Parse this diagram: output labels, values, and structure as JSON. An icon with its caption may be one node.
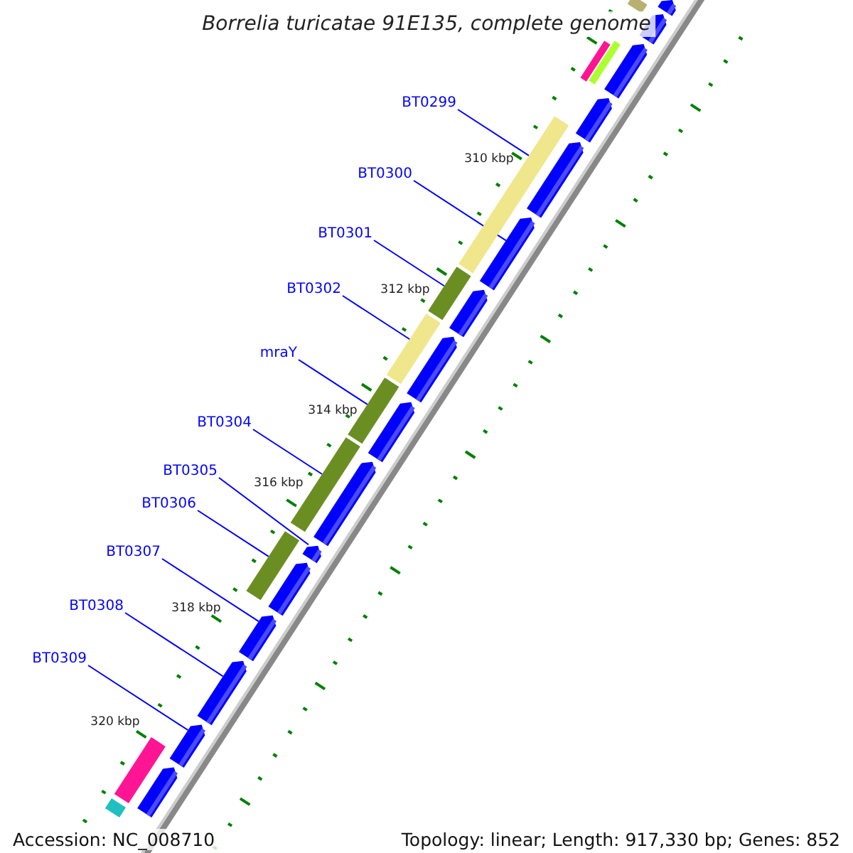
{
  "diagram": {
    "title": "Borrelia turicatae 91E135, complete genome",
    "nodes": [
      {
        "text": [
          "BT0299"
        ]
      },
      {
        "text": [
          "BT0300"
        ]
      },
      {
        "text": [
          "BT0301"
        ]
      },
      {
        "text": [
          "BT0302"
        ]
      },
      {
        "text": [
          "mraY"
        ]
      },
      {
        "text": [
          "BT0304"
        ]
      },
      {
        "text": [
          "BT0305"
        ]
      },
      {
        "text": [
          "BT0306"
        ]
      },
      {
        "text": [
          "BT0307"
        ]
      },
      {
        "text": [
          "BT0308"
        ]
      },
      {
        "text": [
          "BT0309"
        ]
      },
      {
        "text": [],
        "shape": "bar"
      },
      {
        "text": [],
        "shape": "bar"
      },
      {
        "text": [],
        "shape": "bar"
      },
      {
        "text": [],
        "shape": "bar"
      },
      {
        "text": [],
        "shape": "bar"
      },
      {
        "text": [],
        "shape": "bar"
      },
      {
        "text": [],
        "shape": "bar"
      },
      {
        "text": [],
        "shape": "bar"
      },
      {
        "text": [],
        "shape": "bar"
      },
      {
        "text": [],
        "shape": "bar"
      },
      {
        "text": [],
        "shape": "bar"
      },
      {
        "text": [],
        "shape": "bar"
      },
      {
        "text": [],
        "shape": "bar"
      },
      {
        "text": [],
        "shape": "bar"
      },
      {
        "text": [],
        "shape": "bar"
      },
      {
        "text": [],
        "shape": "bar"
      },
      {
        "text": [],
        "shape": "bar"
      },
      {
        "text": [],
        "shape": "bar"
      },
      {
        "text": [],
        "shape": "bar"
      },
      {
        "text": [],
        "shape": "bar"
      },
      {
        "text": [],
        "shape": "bar"
      },
      {
        "text": [],
        "shape": "bar"
      },
      {
        "text": [],
        "shape": "bar"
      },
      {
        "text": [],
        "shape": "bar"
      },
      {
        "text": [],
        "shape": "bar"
      },
      {
        "text": [],
        "shape": "bar"
      },
      {
        "text": [],
        "shape": "bar"
      }
    ],
    "edges": [
      {
        "from": 0,
        "to": 11,
        "arrow": "none"
      },
      {
        "from": 1,
        "to": 12,
        "arrow": "none"
      },
      {
        "from": 2,
        "to": 13,
        "arrow": "none"
      },
      {
        "from": 3,
        "to": 14,
        "arrow": "none"
      },
      {
        "from": 4,
        "to": 15,
        "arrow": "none"
      },
      {
        "from": 5,
        "to": 16,
        "arrow": "none"
      },
      {
        "from": 6,
        "to": 17,
        "arrow": "none"
      },
      {
        "from": 7,
        "to": 18,
        "arrow": "none"
      },
      {
        "from": 8,
        "to": 19,
        "arrow": "none"
      },
      {
        "from": 9,
        "to": 20,
        "arrow": "none"
      },
      {
        "from": 10,
        "to": 21,
        "arrow": "none"
      }
    ],
    "labels": [
      "310 kbp",
      "312 kbp",
      "314 kbp",
      "316 kbp",
      "318 kbp",
      "320 kbp",
      "Accession: NC_008710",
      "Topology: linear; Length: 917,330 bp; Genes: 852"
    ]
  }
}
